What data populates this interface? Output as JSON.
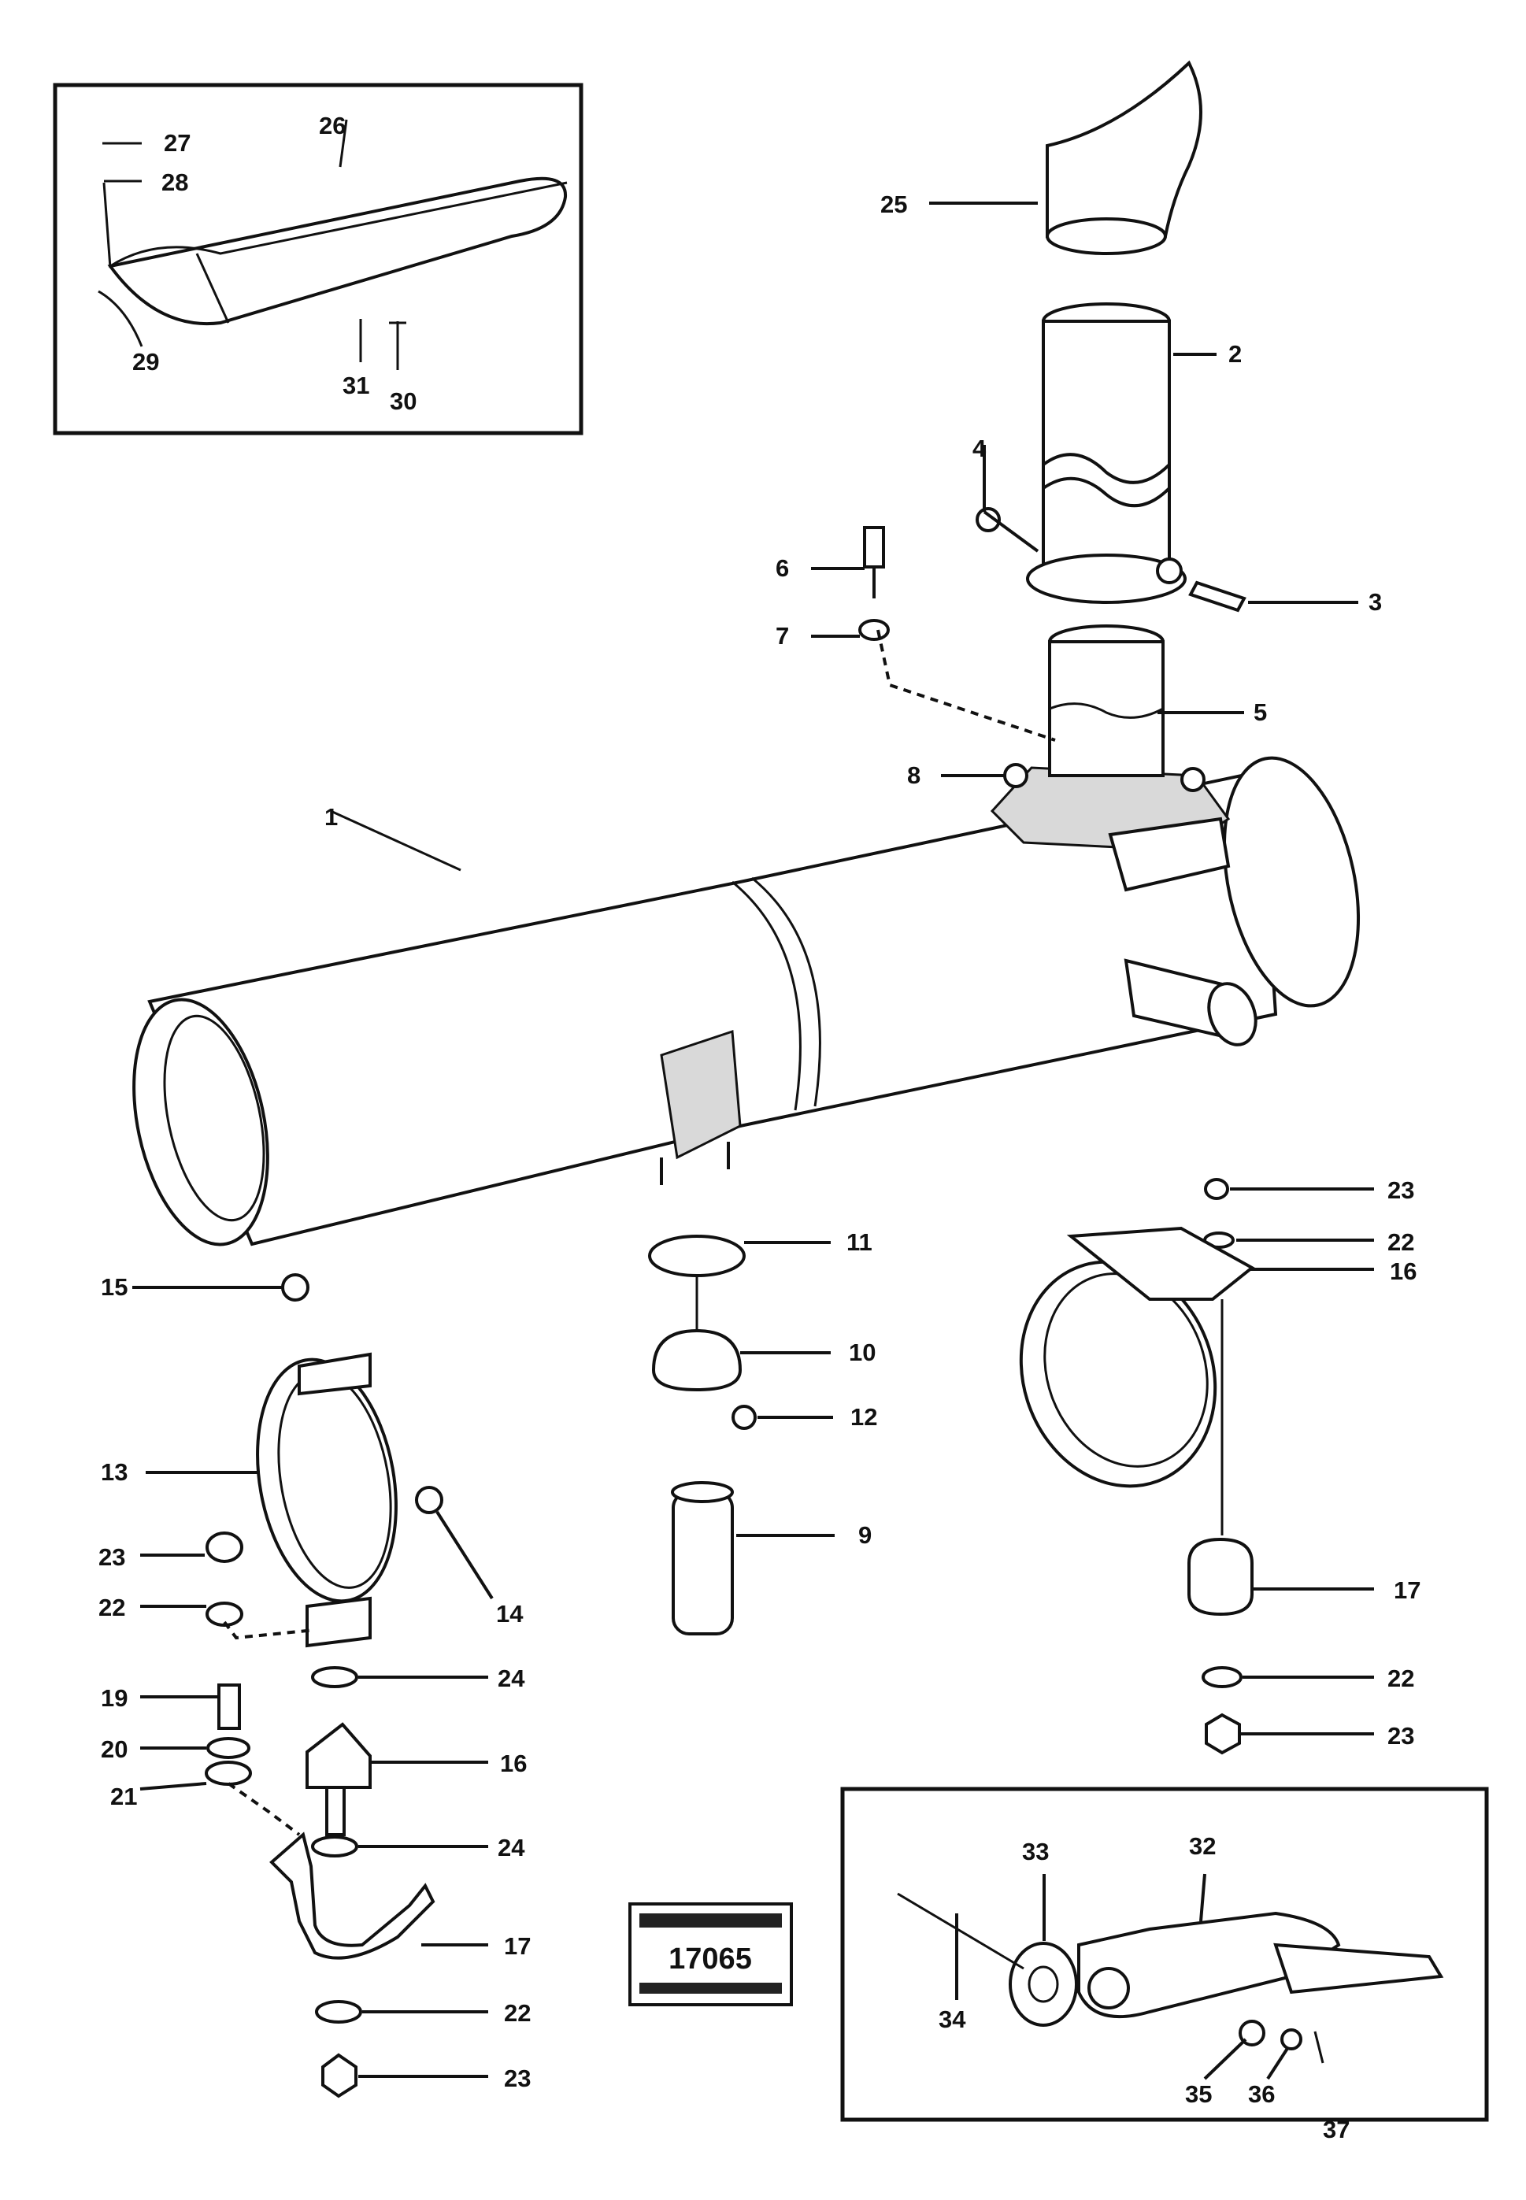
{
  "diagram": {
    "callouts": {
      "c1": "1",
      "c2": "2",
      "c3": "3",
      "c4": "4",
      "c5": "5",
      "c6": "6",
      "c7": "7",
      "c8": "8",
      "c9": "9",
      "c10": "10",
      "c11": "11",
      "c12": "12",
      "c13": "13",
      "c14": "14",
      "c15": "15",
      "c16a": "16",
      "c16b": "16",
      "c17a": "17",
      "c17b": "17",
      "c19": "19",
      "c20": "20",
      "c21": "21",
      "c22a": "22",
      "c22b": "22",
      "c22c": "22",
      "c22d": "22",
      "c23a": "23",
      "c23b": "23",
      "c23c": "23",
      "c23d": "23",
      "c24a": "24",
      "c24b": "24",
      "c25": "25",
      "c26": "26",
      "c27": "27",
      "c28": "28",
      "c29": "29",
      "c30": "30",
      "c31": "31",
      "c32": "32",
      "c33": "33",
      "c34": "34",
      "c35": "35",
      "c36": "36",
      "c37": "37"
    },
    "stamp": {
      "number": "17065"
    }
  }
}
